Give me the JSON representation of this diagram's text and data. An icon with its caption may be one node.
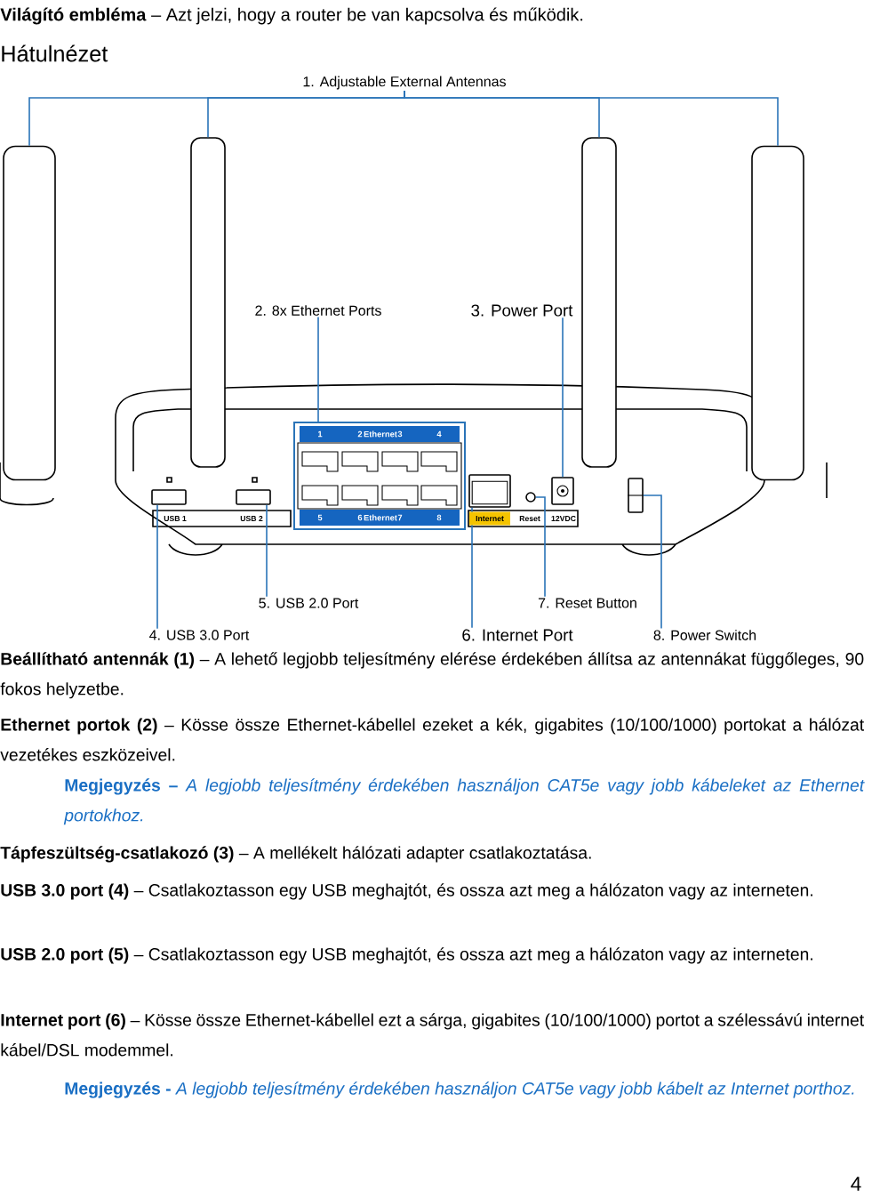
{
  "diagram": {
    "title": "Hátulnézet",
    "nodes": [
      {
        "text": [
          "1. Adjustable External Antennas"
        ]
      },
      {
        "text": [],
        "shape": "antenna"
      },
      {
        "text": [],
        "shape": "antenna"
      },
      {
        "text": [],
        "shape": "antenna"
      },
      {
        "text": [],
        "shape": "antenna"
      },
      {
        "text": [
          "2. 8x Ethernet Ports"
        ]
      },
      {
        "text": [
          "1",
          "2",
          "Ethernet",
          "3",
          "4",
          "5",
          "6",
          "Ethernet",
          "7",
          "8"
        ]
      },
      {
        "text": [
          "3. Power Port"
        ]
      },
      {
        "text": [
          "4. USB 3.0 Port"
        ]
      },
      {
        "text": [
          "5. USB 2.0 Port"
        ]
      },
      {
        "text": [
          "6. Internet Port"
        ]
      },
      {
        "text": [
          "7. Reset Button"
        ]
      },
      {
        "text": [
          "8. Power Switch"
        ]
      },
      {
        "text": [],
        "shape": "box"
      },
      {
        "text": [],
        "shape": "box"
      },
      {
        "text": [],
        "shape": "box"
      },
      {
        "text": [],
        "shape": "circle"
      },
      {
        "text": [],
        "shape": "box"
      },
      {
        "text": [],
        "shape": "box"
      }
    ],
    "edges": [
      {
        "from": 0,
        "to": 1,
        "arrow": "none"
      },
      {
        "from": 0,
        "to": 2,
        "arrow": "none"
      },
      {
        "from": 0,
        "to": 3,
        "arrow": "none"
      },
      {
        "from": 0,
        "to": 4,
        "arrow": "none"
      },
      {
        "from": 5,
        "to": 6,
        "arrow": "none"
      },
      {
        "from": 7,
        "to": 17,
        "arrow": "none"
      },
      {
        "from": 8,
        "to": 13,
        "arrow": "none"
      },
      {
        "from": 9,
        "to": 14,
        "arrow": "none"
      },
      {
        "from": 10,
        "to": 15,
        "arrow": "none"
      },
      {
        "from": 11,
        "to": 16,
        "arrow": "none"
      },
      {
        "from": 12,
        "to": 18,
        "arrow": "none"
      }
    ],
    "labels": [
      "**Világító embléma** – Azt jelzi, hogy a router be van kapcsolva és működik.",
      "USB 1",
      "USB 2",
      "Internet",
      "Reset",
      "12VDC",
      "**Beállítható antennák (1)** – A lehető legjobb teljesítmény elérése érdekében állítsa az antennákat függőleges, 90 fokos helyzetbe.",
      "**Ethernet portok (2)** – Kösse össze Ethernet-kábellel ezeket a kék, gigabites (10/100/1000) portokat a hálózat vezetékes eszközeivel.",
      "**Megjegyzés –** *A legjobb teljesítmény érdekében használjon CAT5e vagy jobb kábeleket az Ethernet portokhoz.*",
      "**Tápfeszültség-csatlakozó (3)** – A mellékelt hálózati adapter csatlakoztatása.",
      "**USB 3.0 port (4)** – Csatlakoztasson egy USB meghajtót, és ossza azt meg a hálózaton vagy az interneten.",
      "**USB 2.0 port (5)** – Csatlakoztasson egy USB meghajtót, és ossza azt meg a hálózaton vagy az interneten.",
      "**Internet port (6)** – Kösse össze Ethernet-kábellel ezt a sárga, gigabites (10/100/1000) portot a szélessávú internet kábel/DSL modemmel.",
      "**Megjegyzés -** *A legjobb teljesítmény érdekében használjon CAT5e vagy jobb kábelt az Internet porthoz.*",
      "4"
    ]
  }
}
